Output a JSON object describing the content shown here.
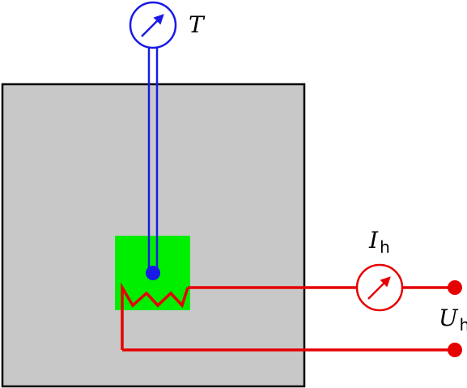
{
  "labels": {
    "temperature": {
      "symbol": "T"
    },
    "current": {
      "symbol": "I",
      "subscript": "h"
    },
    "voltage": {
      "symbol": "U",
      "subscript": "h"
    }
  },
  "colors": {
    "block_fill": "#c8c8c8",
    "block_stroke": "#000000",
    "heater_zone": "#00ee00",
    "thermometer": "#1a1ae6",
    "heater_circuit": "#e60000",
    "background": "#ffffff"
  },
  "icons": {
    "thermometer_gauge": "meter-arrow-icon",
    "ammeter_gauge": "meter-arrow-icon",
    "heater_element": "resistor-zigzag-icon"
  }
}
